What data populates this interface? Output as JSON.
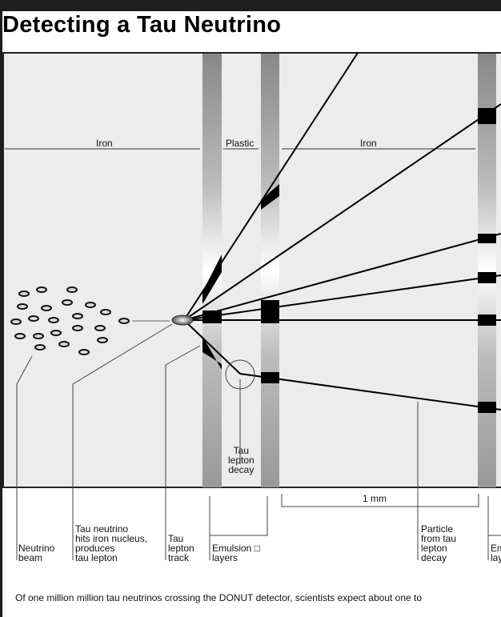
{
  "title": "Detecting a Tau Neutrino",
  "regions": {
    "iron_left": "Iron",
    "plastic": "Plastic",
    "iron_right": "Iron"
  },
  "labels": {
    "neutrino_beam": "Neutrino\nbeam",
    "tau_hits": "Tau neutrino\nhits iron nucleus,\nproduces\ntau lepton",
    "tau_track": "Tau\nlepton\ntrack",
    "emulsion": "Emulsion □\nlayers",
    "tau_decay": "Tau\nlepton\ndecay",
    "scale": "1 mm",
    "particle": "Particle\nfrom tau\nlepton\ndecay",
    "emulsion_right": "Em\nlay"
  },
  "caption": "Of one million million tau neutrinos crossing the DONUT detector, scientists expect about one to"
}
